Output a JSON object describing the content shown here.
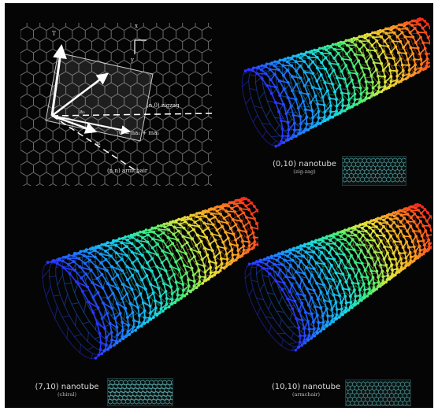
{
  "lattice": {
    "labels": {
      "zigzag": "(n,0) zigzag",
      "armchair": "(n,n) armchair",
      "chiral_vector": "C = na₁ + ma₂",
      "a1": "a₁",
      "a2": "a₂",
      "T": "T",
      "x": "x",
      "y": "y"
    }
  },
  "tubes": [
    {
      "id": "zigzag",
      "title": "(0,10)  nanotube",
      "subtitle": "(zig-zag)"
    },
    {
      "id": "chiral",
      "title": "(7,10)  nanotube",
      "subtitle": "(chiral)"
    },
    {
      "id": "armchair",
      "title": "(10,10)  nanotube",
      "subtitle": "(armchair)"
    }
  ],
  "colors": {
    "background": "#050505",
    "lattice_lines": "#6a6a6a",
    "vector_white": "#ffffff",
    "gradient": [
      "#2a34ff",
      "#1b8cff",
      "#19d6e8",
      "#3ff07a",
      "#e6e63a",
      "#ff9a22",
      "#ff2a1a"
    ]
  }
}
